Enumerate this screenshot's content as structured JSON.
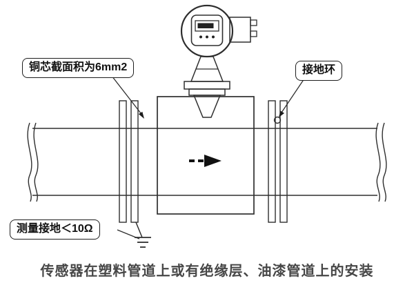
{
  "diagram": {
    "type": "flowmeter-installation-diagram",
    "caption": "传感器在塑料管道上或有绝缘层、油漆管道上的安装",
    "callouts": {
      "copper_core": "铜芯截面积为6mm2",
      "grounding_ring": "接地环",
      "measurement_ground": "测量接地＜10Ω"
    },
    "icons": {
      "flow_arrow": "flow-direction-arrow",
      "ground_symbol": "earth-ground-symbol",
      "pipe_break_left": "pipe-break-mark",
      "pipe_break_right": "pipe-break-mark",
      "lcd_display": "lcd-display",
      "grounding_ring": "grounding-ring"
    },
    "colors": {
      "line": "#2e2e2e",
      "text": "#111111",
      "caption_text": "#474747",
      "background": "#ffffff"
    }
  }
}
